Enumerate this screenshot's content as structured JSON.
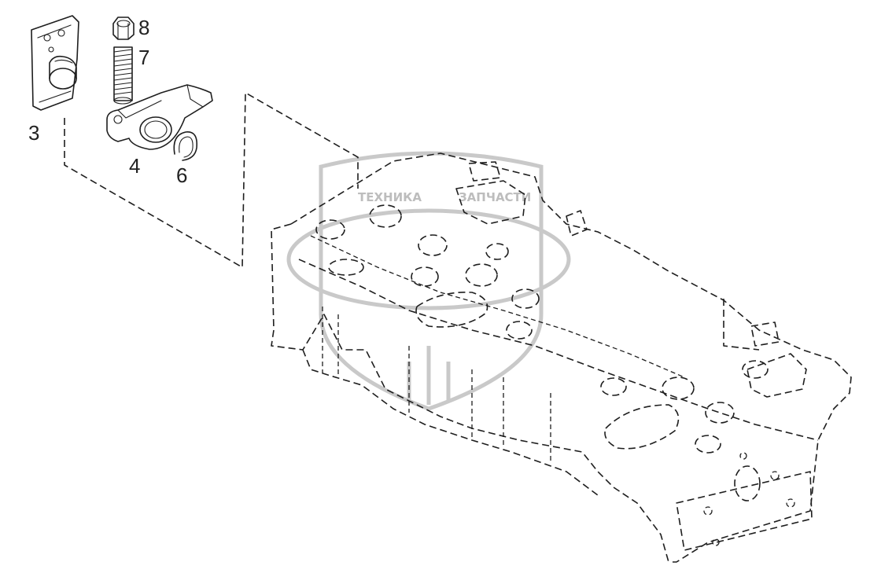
{
  "callouts": [
    {
      "id": "part-3",
      "label": "3"
    },
    {
      "id": "part-4",
      "label": "4"
    },
    {
      "id": "part-6",
      "label": "6"
    },
    {
      "id": "part-7",
      "label": "7"
    },
    {
      "id": "part-8",
      "label": "8"
    }
  ],
  "watermark": {
    "text_left": "ТЕХНИКА",
    "text_right": "ЗАПЧАСТИ"
  },
  "colors": {
    "line": "#1e1e1e",
    "watermark": "#c9c9c9",
    "background": "#ffffff"
  }
}
